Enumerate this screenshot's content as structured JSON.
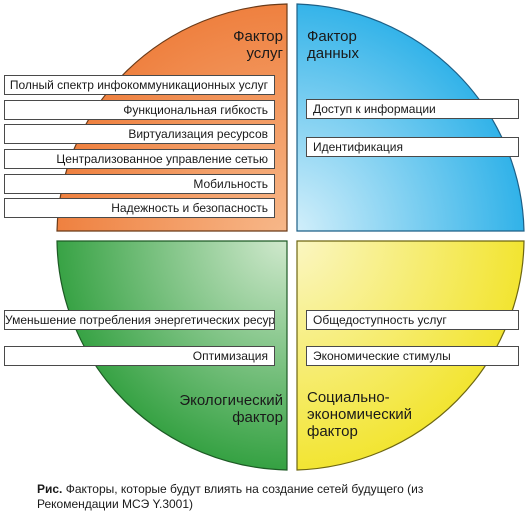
{
  "quadrants": {
    "services": {
      "title": "Фактор\nуслуг",
      "color_inner": "#f7b88a",
      "color_outer": "#ee7d3b"
    },
    "data": {
      "title": "Фактор\nданных",
      "color_inner": "#d8f1fb",
      "color_outer": "#2bb0e8"
    },
    "ecology": {
      "title": "Экологический\nфактор",
      "color_inner": "#d3ead0",
      "color_outer": "#2e9e3c"
    },
    "socio": {
      "title": "Социально-\nэкономический\nфактор",
      "color_inner": "#fbf7c8",
      "color_outer": "#f2e42c"
    }
  },
  "boxes": {
    "services": [
      "Полный спектр инфокоммуникационных услуг",
      "Функциональная гибкость",
      "Виртуализация ресурсов",
      "Централизованное управление сетью",
      "Мобильность",
      "Надежность и безопасность"
    ],
    "data": [
      "Доступ к информации",
      "Идентификация"
    ],
    "ecology": [
      "Уменьшение потребления энергетических ресурсов",
      "Оптимизация"
    ],
    "socio": [
      "Общедоступность услуг",
      "Экономические стимулы"
    ]
  },
  "caption": {
    "prefix": "Рис.",
    "text": " Факторы, которые будут влиять на создание сетей будущего (из Рекомендации МСЭ Y.3001)"
  }
}
